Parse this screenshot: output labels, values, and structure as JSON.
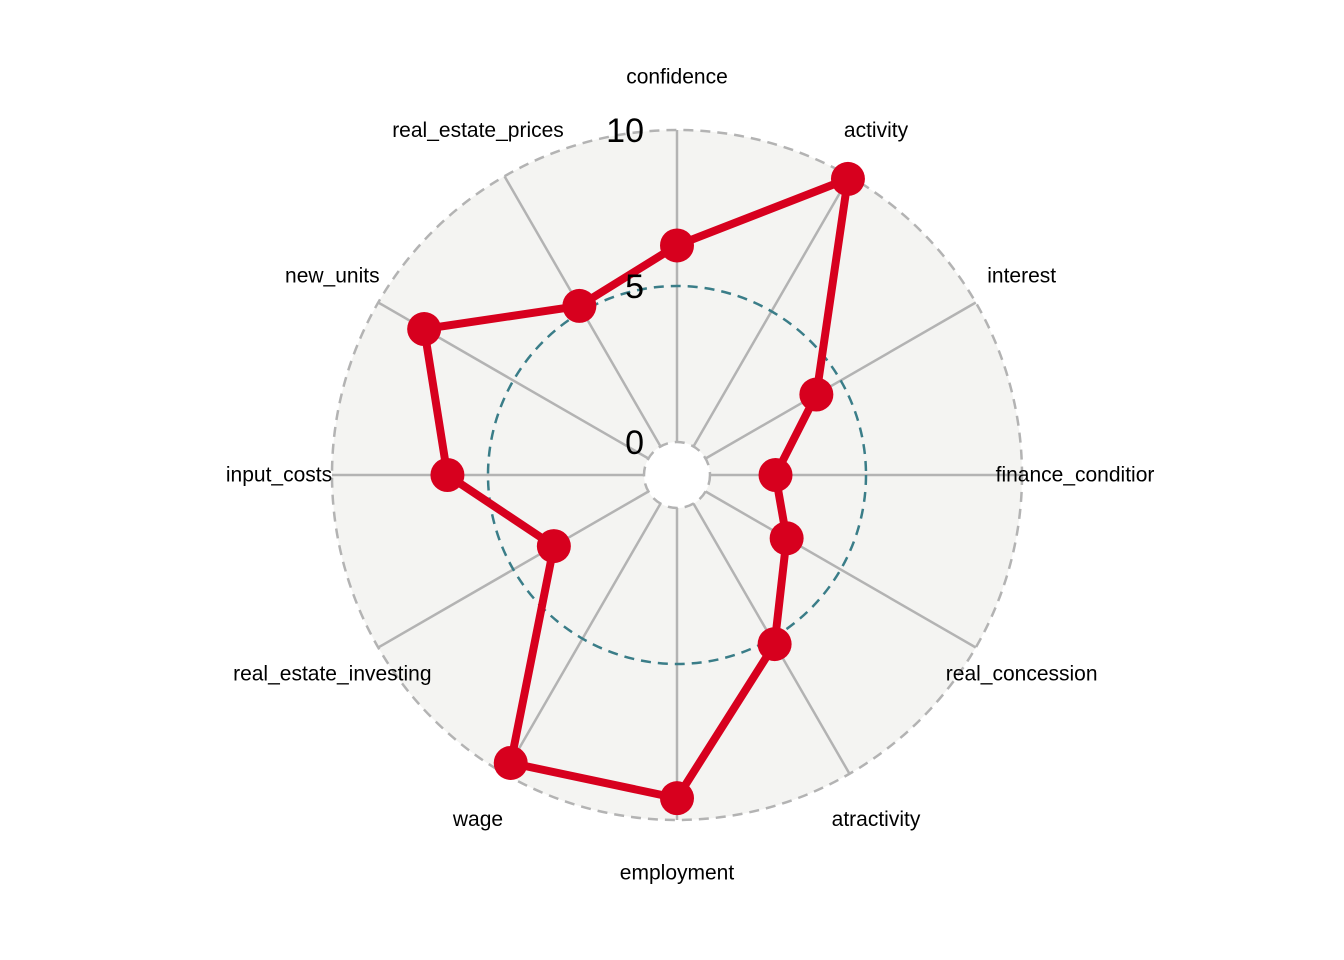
{
  "chart_data": {
    "type": "radar",
    "title": "",
    "axes": [
      "confidence",
      "activity",
      "interest",
      "finance_conditior",
      "real_concession",
      "atractivity",
      "employment",
      "wage",
      "real_estate_investing",
      "input_costs",
      "new_units",
      "real_estate_prices"
    ],
    "series": [
      {
        "values": [
          6.3,
          9.9,
          4.1,
          2.1,
          3.0,
          5.2,
          9.3,
          9.6,
          3.5,
          6.3,
          8.3,
          5.2
        ]
      }
    ],
    "rlim": [
      0,
      10
    ],
    "tick_values": [
      0,
      5,
      10
    ],
    "tick_labels": [
      "0",
      "5",
      "10"
    ],
    "grid": true,
    "legend": "none",
    "colors": {
      "series": "#d7001e",
      "background": "#f4f4f2",
      "spokes": "#b3b3b3",
      "outer_ring": "#b3b3b3",
      "mid_ring": "#3a7d88"
    }
  }
}
